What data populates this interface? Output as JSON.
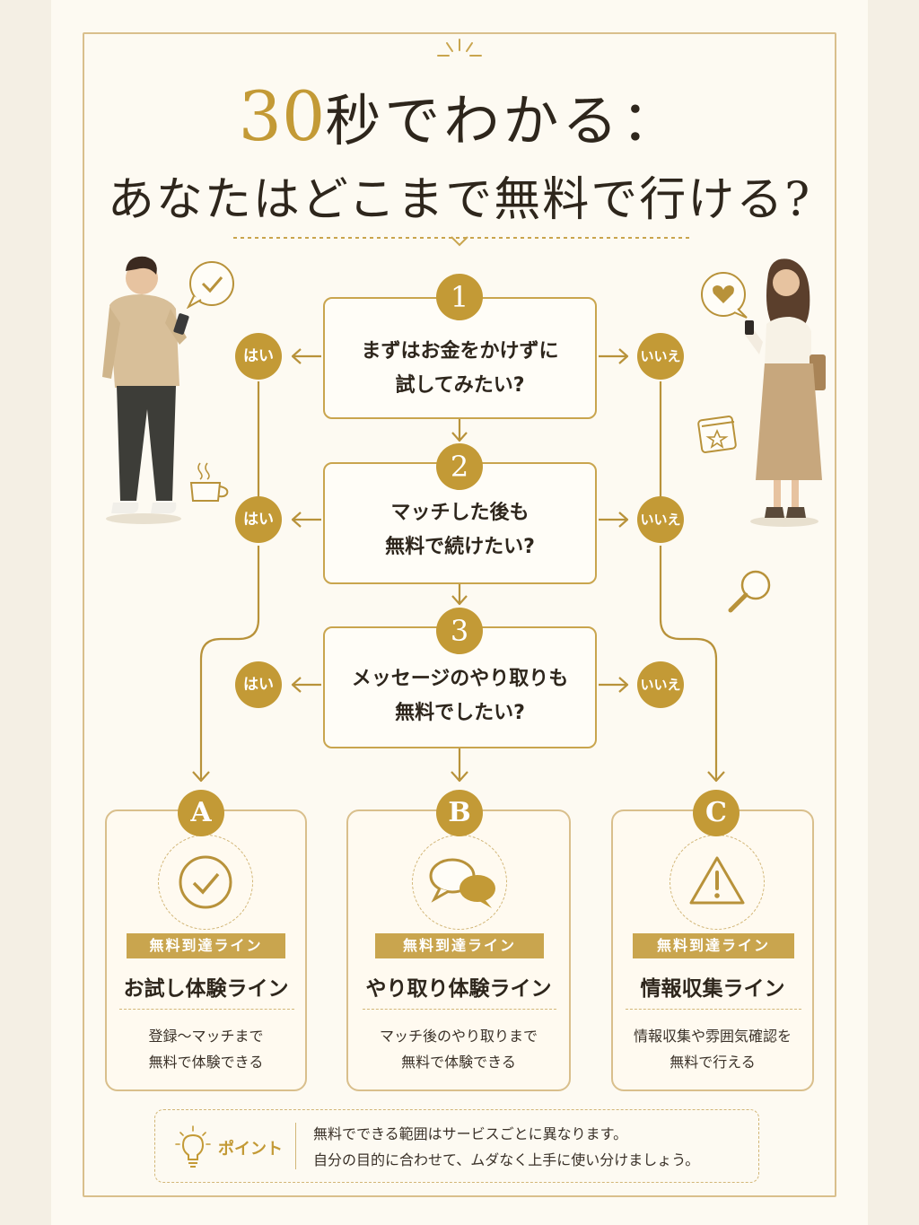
{
  "title": {
    "number": "30",
    "line1_rest": "秒でわかる：",
    "line2": "あなたはどこまで無料で行ける?"
  },
  "questions": [
    {
      "number": "1",
      "lines": [
        "まずはお金をかけずに",
        "試してみたい?"
      ]
    },
    {
      "number": "2",
      "lines": [
        "マッチした後も",
        "無料で続けたい?"
      ]
    },
    {
      "number": "3",
      "lines": [
        "メッセージのやり取りも",
        "無料でしたい?"
      ]
    }
  ],
  "answers": {
    "yes": "はい",
    "no": "いいえ"
  },
  "results": [
    {
      "letter": "A",
      "icon": "check-icon",
      "ribbon": "無料到達ライン",
      "name": "お試し体験ライン",
      "desc": [
        "登録〜マッチまで",
        "無料で体験できる"
      ]
    },
    {
      "letter": "B",
      "icon": "chat-bubbles-icon",
      "ribbon": "無料到達ライン",
      "name": "やり取り体験ライン",
      "desc": [
        "マッチ後のやり取りまで",
        "無料で体験できる"
      ]
    },
    {
      "letter": "C",
      "icon": "warning-icon",
      "ribbon": "無料到達ライン",
      "name": "情報収集ライン",
      "desc": [
        "情報収集や雰囲気確認を",
        "無料で行える"
      ]
    }
  ],
  "point": {
    "label": "ポイント",
    "lines": [
      "無料でできる範囲はサービスごとに異なります。",
      "自分の目的に合わせて、ムダなく上手に使い分けましょう。"
    ]
  },
  "colors": {
    "gold": "#c39a36",
    "line_gold": "#b8923a",
    "ink": "#2e261c",
    "paper": "#fdfaf2"
  }
}
